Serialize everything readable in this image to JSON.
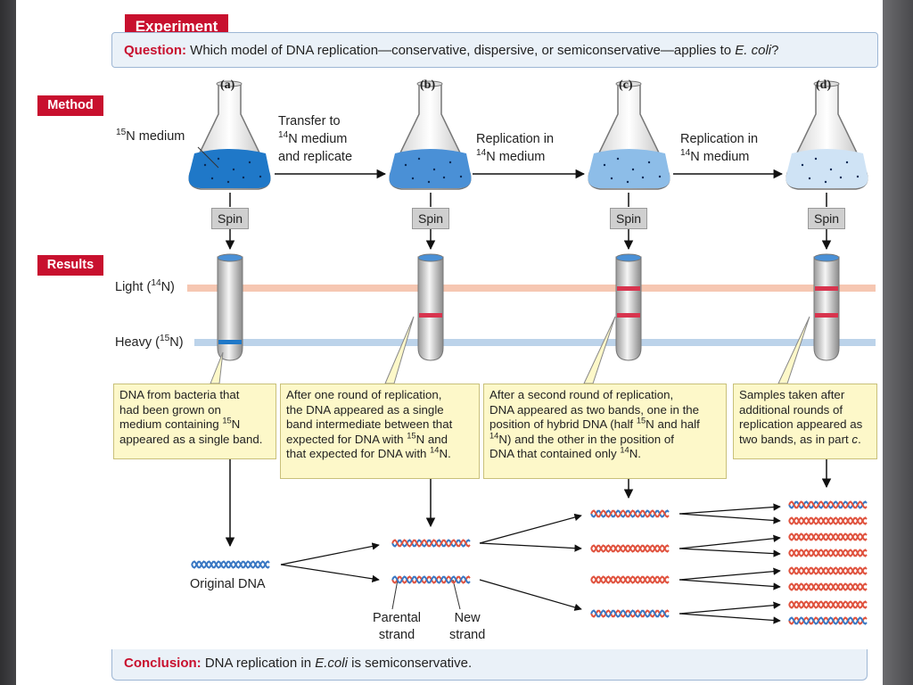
{
  "experiment_label": "Experiment",
  "question": {
    "label": "Question:",
    "text": "Which model of DNA replication—conservative, dispersive, or semiconservative—applies to",
    "species": "E. coli",
    "end": "?"
  },
  "method_label": "Method",
  "results_label": "Results",
  "columns": [
    "(a)",
    "(b)",
    "(c)",
    "(d)"
  ],
  "medium_15n": {
    "mass": "15",
    "text": "N medium"
  },
  "steps": [
    {
      "l1": "Transfer to",
      "mass": "14",
      "l2": "N medium",
      "l3": "and replicate"
    },
    {
      "l1": "Replication in",
      "mass": "14",
      "l2": "N medium"
    },
    {
      "l1": "Replication in",
      "mass": "14",
      "l2": "N medium"
    }
  ],
  "spin_label": "Spin",
  "light_label": {
    "pre": "Light (",
    "mass": "14",
    "post": "N)"
  },
  "heavy_label": {
    "pre": "Heavy (",
    "mass": "15",
    "post": "N)"
  },
  "notes": {
    "a": [
      "DNA from bacteria that",
      "had been grown on",
      "medium containing ",
      "15",
      "N",
      "appeared as a single band."
    ],
    "b": [
      "After one round of replication,",
      "the DNA appeared as a single",
      "band intermediate between that",
      "expected for DNA with ",
      "15",
      "N and",
      "that expected for DNA with ",
      "14",
      "N."
    ],
    "c": [
      "After a second round of replication,",
      "DNA appeared as two bands, one in the",
      "position of hybrid DNA (half ",
      "15",
      "N and half",
      "14",
      "N) and the other in the position of",
      "DNA that contained only ",
      "14",
      "N."
    ],
    "d": [
      "Samples taken after",
      "additional rounds of",
      "replication appeared as",
      "two bands, as in part ",
      "c",
      "."
    ]
  },
  "original_dna": "Original DNA",
  "parental_strand": [
    "Parental",
    "strand"
  ],
  "new_strand": [
    "New",
    "strand"
  ],
  "conclusion": {
    "label": "Conclusion:",
    "pre": "DNA replication in",
    "species": "E.coli",
    "post": "is semiconservative."
  },
  "colors": {
    "red_label": "#c8102e",
    "light_band_line": "#f6c7b2",
    "heavy_band_line": "#bcd3ea",
    "parental_strand": "#3a78c3",
    "new_strand": "#e0533f",
    "note_fill": "#fdf8c9"
  }
}
